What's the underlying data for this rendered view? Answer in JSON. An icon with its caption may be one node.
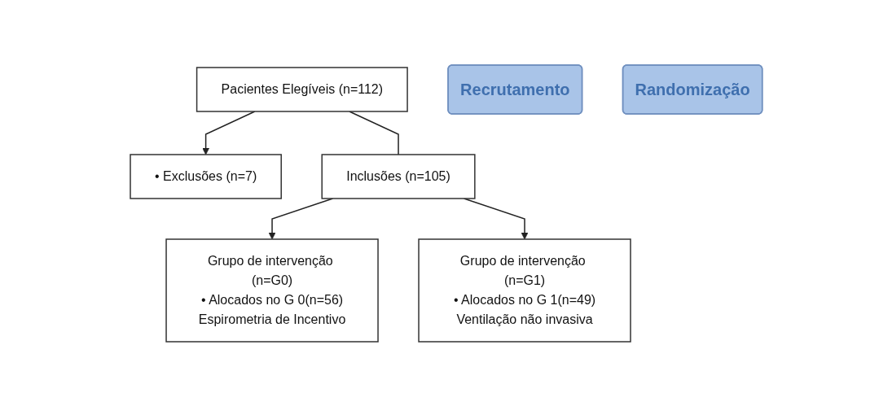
{
  "diagram": {
    "nodes": [
      {
        "text": [
          "Pacientes Elegíveis (n=112)"
        ]
      },
      {
        "text": [
          "Recrutamento"
        ]
      },
      {
        "text": [
          "• Exclusões (n=7)"
        ]
      },
      {
        "text": [
          "Inclusões (n=105)"
        ]
      },
      {
        "text": [
          "Randomização"
        ]
      },
      {
        "text": [
          "Grupo de intervenção (n=G0)",
          "• Alocados no G 0(n=56)",
          "Espirometria de Incentivo"
        ]
      },
      {
        "text": [
          "Grupo de intervenção (n=G1)",
          "• Alocados no G 1(n=49)",
          "Ventilação não invasiva"
        ]
      }
    ],
    "edges": [
      {
        "from": 0,
        "to": 2,
        "arrow": "to"
      },
      {
        "from": 0,
        "to": 3,
        "arrow": "none"
      },
      {
        "from": 3,
        "to": 5,
        "arrow": "to"
      },
      {
        "from": 3,
        "to": 6,
        "arrow": "to"
      }
    ]
  }
}
